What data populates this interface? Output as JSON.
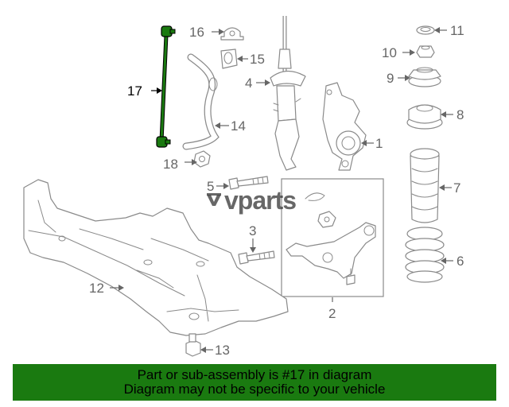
{
  "diagram": {
    "callouts": {
      "c1": "1",
      "c2": "2",
      "c3": "3",
      "c4": "4",
      "c5": "5",
      "c6": "6",
      "c7": "7",
      "c8": "8",
      "c9": "9",
      "c10": "10",
      "c11": "11",
      "c12": "12",
      "c13": "13",
      "c14": "14",
      "c15": "15",
      "c16": "16",
      "c17": "17",
      "c18": "18"
    },
    "highlight_part": "17",
    "colors": {
      "line_art": "#8a8a8a",
      "highlight": "#000000",
      "highlight_part": "#1a7a10",
      "banner_background": "#1a7a10"
    }
  },
  "watermark": {
    "text": "vparts"
  },
  "banner": {
    "line1": "Part or sub-assembly is #17 in diagram",
    "line2": "Diagram may not be specific to your vehicle"
  }
}
